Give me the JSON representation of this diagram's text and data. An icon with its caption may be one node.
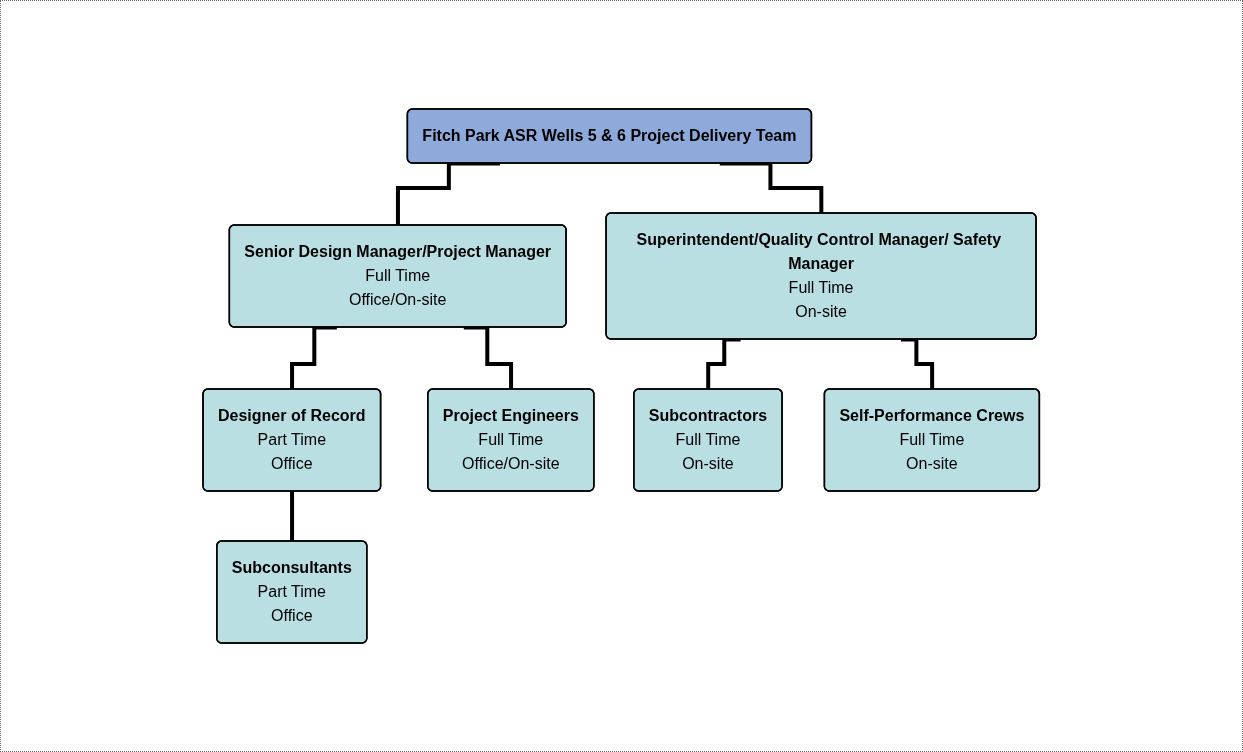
{
  "diagram": {
    "nodes": [
      {
        "text": [
          "Fitch Park ASR Wells 5 & 6 Project Delivery Team"
        ]
      },
      {
        "text": [
          "Senior Design Manager/Project Manager",
          "Full Time",
          "Office/On-site"
        ]
      },
      {
        "text": [
          "Superintendent/Quality Control Manager/ Safety Manager",
          "Full Time",
          "On-site"
        ]
      },
      {
        "text": [
          "Designer of Record",
          "Part Time",
          "Office"
        ]
      },
      {
        "text": [
          "Project Engineers",
          "Full Time",
          "Office/On-site"
        ]
      },
      {
        "text": [
          "Subconsultants",
          "Part Time",
          "Office"
        ]
      },
      {
        "text": [
          "Subcontractors",
          "Full Time",
          "On-site"
        ]
      },
      {
        "text": [
          "Self-Performance Crews",
          "Full Time",
          "On-site"
        ]
      }
    ],
    "edges": [
      {
        "from": 0,
        "to": 1,
        "arrow": "none"
      },
      {
        "from": 0,
        "to": 2,
        "arrow": "none"
      },
      {
        "from": 1,
        "to": 3,
        "arrow": "none"
      },
      {
        "from": 1,
        "to": 4,
        "arrow": "none"
      },
      {
        "from": 3,
        "to": 5,
        "arrow": "none"
      },
      {
        "from": 2,
        "to": 6,
        "arrow": "none"
      },
      {
        "from": 2,
        "to": 7,
        "arrow": "none"
      }
    ]
  }
}
